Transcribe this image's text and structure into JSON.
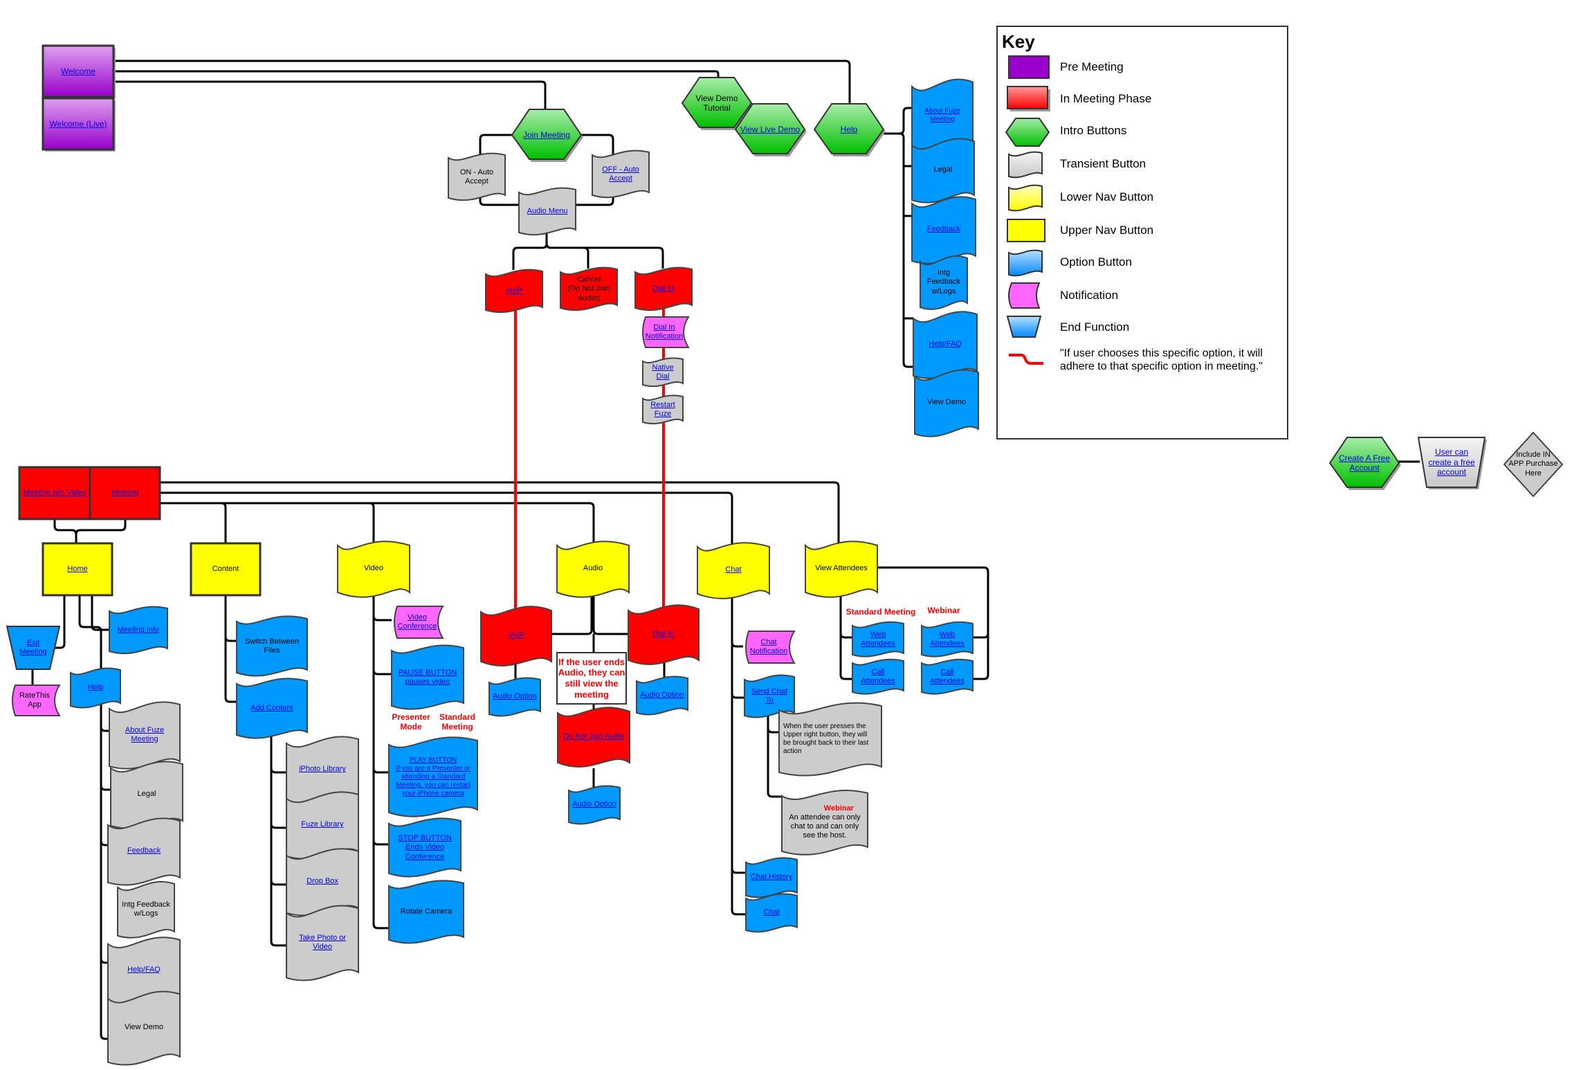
{
  "colors": {
    "pre_meeting": "#9900cc",
    "in_meeting": "#ff0000",
    "intro": "#11cc11",
    "transient": "#cccccc",
    "lower_nav": "#ffff00",
    "upper_nav": "#ffff00",
    "option": "#0099ff",
    "notification": "#ff66ff",
    "end_function": "#0099ff",
    "link_text": "#0000ee",
    "note_red": "#ff0000"
  },
  "pre_meeting": {
    "welcome": "Welcome",
    "welcome_live": "Welcome (Live)"
  },
  "intro": {
    "join_meeting": "Join Meeting",
    "view_demo_tutorial": "View Demo\nTutorial",
    "view_live_demo": "View Live Demo",
    "help": "Help",
    "create_free_account": "Create A Free\nAccount"
  },
  "join_flow": {
    "on_auto_accept": "ON - Auto\nAccept",
    "off_auto_accept": "OFF - Auto\nAccept",
    "audio_menu": "Audio Menu",
    "voip": "VoIP",
    "cancel": "Cancel\n(Do Not Join\nAudio)",
    "dial_in": "Dial In",
    "dial_in_notification": "Dial In\nNotification",
    "native_dial": "Native\nDial",
    "restart_fuze": "Restart\nFuze"
  },
  "top_help": {
    "items": [
      "About Fuze\nMeeting",
      "Legal",
      "Feedback",
      "Intg Feedback\nw/Logs",
      "Help/FAQ",
      "View Demo"
    ]
  },
  "account": {
    "user_can_create": "User can\ncreate a free\naccount",
    "in_app_purchase": "Include IN\nAPP Purchase\nHere"
  },
  "meeting": {
    "meeting_no_video": "Meeting w/o Video",
    "meeting": "Meeting"
  },
  "home": {
    "label": "Home",
    "exit_meeting": "Exit\nMeeting",
    "rate_app": "RateThis\nApp",
    "meeting_info": "Meeting Info",
    "help": "Help",
    "help_items": [
      "About Fuze\nMeeting",
      "Legal",
      "Feedback",
      "Intg Feedback\nw/Logs",
      "Help/FAQ",
      "View Demo"
    ]
  },
  "content": {
    "label": "Content",
    "switch_files": "Switch Between\nFiles",
    "add_content": "Add Content",
    "sources": [
      "iPhoto Library",
      "Fuze Library",
      "Drop Box",
      "Take Photo or\nVideo"
    ]
  },
  "video": {
    "label": "Video",
    "video_conference": "Video\nConference",
    "pause": "PAUSE BUTTON\npauses video",
    "mode_presenter": "Presenter\nMode",
    "mode_standard": "Standard\nMeeting",
    "play": "PLAY BUTTON\nIf you are a Presenter or\nattending a Standard\nMeeting, you can restart\nyour iPhone camera",
    "stop": "STOP BUTTON\nEnds Video\nConference",
    "rotate": "Rotate Camera"
  },
  "audio": {
    "label": "Audio",
    "voip": "VoIP",
    "dial_in": "Dial In",
    "audio_option": "Audio Option",
    "note": "If the  user  ends\nAudio, they can\nstill view the\nmeeting",
    "do_not_join": "Do Not Join Audio"
  },
  "chat": {
    "label": "Chat",
    "notification": "Chat\nNotification",
    "send_chat_to": "Send Chat To",
    "note_upper_right": "When the user presses the\nUpper right button, they will\nbe brought back to their last\naction",
    "webinar_title": "Webinar",
    "webinar_note": "An attendee can only\nchat to and can only\nsee the host.",
    "history": "Chat History",
    "chat": "Chat"
  },
  "attendees": {
    "label": "View Attendees",
    "standard_title": "Standard Meeting",
    "webinar_title": "Webinar",
    "web_attendees": "Web\nAttendees",
    "call_attendees": "Call\nAttendees"
  },
  "key": {
    "title": "Key",
    "items": [
      {
        "shape": "rect-purple",
        "label": "Pre Meeting"
      },
      {
        "shape": "rect-red",
        "label": "In Meeting Phase"
      },
      {
        "shape": "hexagon-green",
        "label": "Intro Buttons"
      },
      {
        "shape": "wave-gray",
        "label": "Transient Button"
      },
      {
        "shape": "wave-yellow",
        "label": "Lower Nav Button"
      },
      {
        "shape": "rect-yellow",
        "label": "Upper Nav Button"
      },
      {
        "shape": "wave-blue",
        "label": "Option Button"
      },
      {
        "shape": "notification-pink",
        "label": "Notification"
      },
      {
        "shape": "trapezoid-blue",
        "label": "End Function"
      },
      {
        "shape": "red-line",
        "label": "\"If user chooses this specific option, it will\nadhere to that specific option in meeting.\""
      }
    ]
  }
}
